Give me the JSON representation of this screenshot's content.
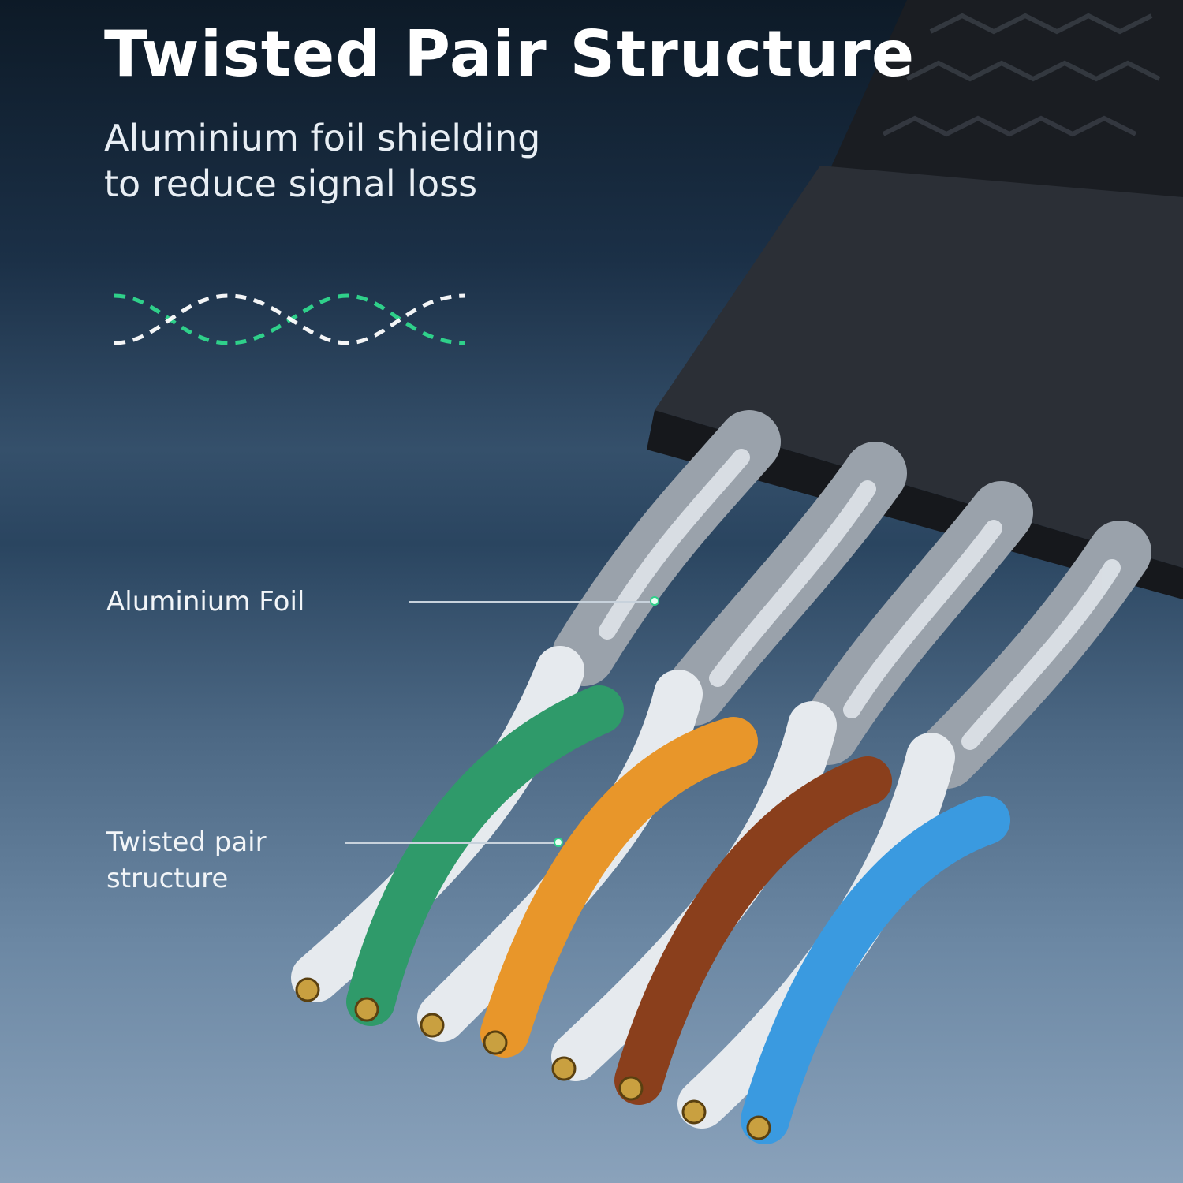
{
  "header": {
    "title": "Twisted Pair Structure",
    "subtitle_line1": "Aluminium foil shielding",
    "subtitle_line2": "to reduce signal loss"
  },
  "callouts": {
    "foil_label": "Aluminium Foil",
    "pair_label_line1": "Twisted pair",
    "pair_label_line2": "structure"
  },
  "colors": {
    "accent_green": "#2fd08a",
    "pair_green": "#2f9a6a",
    "pair_orange": "#e8962a",
    "pair_brown": "#8a3f1c",
    "pair_blue": "#3a9ae0",
    "foil_silver": "#b8bec6"
  }
}
